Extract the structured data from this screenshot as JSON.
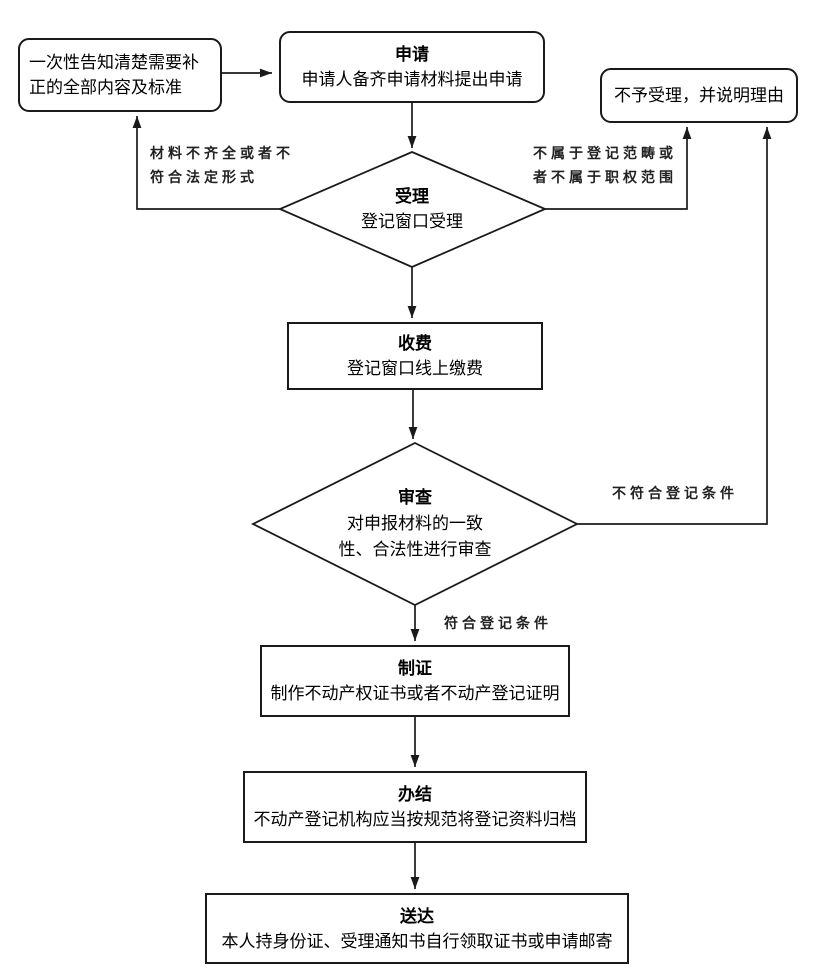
{
  "nodes": {
    "notify": {
      "line1": "一次性告知清楚需要补",
      "line2": "正的全部内容及标准"
    },
    "apply": {
      "title": "申请",
      "desc": "申请人备齐申请材料提出申请"
    },
    "reject": {
      "text": "不予受理，并说明理由"
    },
    "accept": {
      "title": "受理",
      "desc": "登记窗口受理"
    },
    "charge": {
      "title": "收费",
      "desc": "登记窗口线上缴费"
    },
    "review": {
      "title": "审查",
      "desc_line1": "对申报材料的一致",
      "desc_line2": "性、合法性进行审查"
    },
    "issue": {
      "title": "制证",
      "desc": "制作不动产权证书或者不动产登记证明"
    },
    "complete": {
      "title": "办结",
      "desc": "不动产登记机构应当按规范将登记资料归档"
    },
    "deliver": {
      "title": "送达",
      "desc": "本人持身份证、受理通知书自行领取证书或申请邮寄"
    }
  },
  "edge_labels": {
    "incomplete_line1": "材料不齐全或者不",
    "incomplete_line2": "符合法定形式",
    "not_in_scope_line1": "不属于登记范畴或",
    "not_in_scope_line2": "者不属于职权范围",
    "not_qualified": "不符合登记条件",
    "qualified": "符合登记条件"
  },
  "colors": {
    "background": "#ffffff",
    "line": "#1a1a1a",
    "text": "#000000"
  }
}
